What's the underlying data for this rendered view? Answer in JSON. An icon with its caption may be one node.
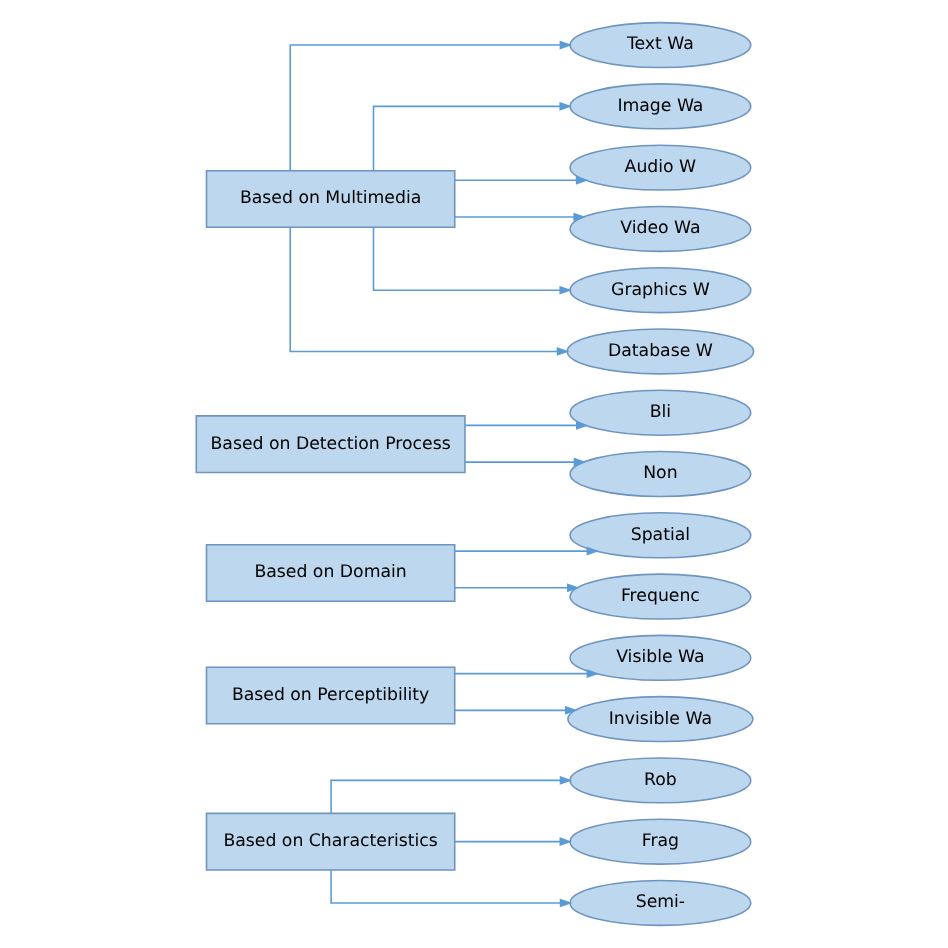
{
  "diagram": {
    "nodes": [
      {
        "text": [
          "Based on Characteristics"
        ]
      },
      {
        "text": [
          "Rob"
        ]
      },
      {
        "text": [
          "Frag"
        ]
      },
      {
        "text": [
          "Semi-"
        ]
      },
      {
        "text": [
          "Based on Perceptibility"
        ]
      },
      {
        "text": [
          "Visible Wa"
        ]
      },
      {
        "text": [
          "Invisible Wa"
        ]
      },
      {
        "text": [
          "Based on Domain"
        ]
      },
      {
        "text": [
          "Spatial"
        ]
      },
      {
        "text": [
          "Frequenc"
        ]
      },
      {
        "text": [
          "Based on Detection Process"
        ]
      },
      {
        "text": [
          "Bli"
        ]
      },
      {
        "text": [
          "Non"
        ]
      },
      {
        "text": [
          "Based on Multimedia"
        ]
      },
      {
        "text": [
          "Text Wa"
        ]
      },
      {
        "text": [
          "Image Wa"
        ]
      },
      {
        "text": [
          "Audio W"
        ]
      },
      {
        "text": [
          "Video Wa"
        ]
      },
      {
        "text": [
          "Graphics W"
        ]
      },
      {
        "text": [
          "Database W"
        ]
      }
    ],
    "edges": [
      {
        "from": 0,
        "to": 1,
        "arrow": "to"
      },
      {
        "from": 0,
        "to": 2,
        "arrow": "to"
      },
      {
        "from": 0,
        "to": 3,
        "arrow": "to"
      },
      {
        "from": 4,
        "to": 5,
        "arrow": "to"
      },
      {
        "from": 4,
        "to": 6,
        "arrow": "to"
      },
      {
        "from": 7,
        "to": 8,
        "arrow": "to"
      },
      {
        "from": 7,
        "to": 9,
        "arrow": "to"
      },
      {
        "from": 10,
        "to": 11,
        "arrow": "to"
      },
      {
        "from": 10,
        "to": 12,
        "arrow": "to"
      },
      {
        "from": 13,
        "to": 14,
        "arrow": "to"
      },
      {
        "from": 13,
        "to": 15,
        "arrow": "to"
      },
      {
        "from": 13,
        "to": 16,
        "arrow": "to"
      },
      {
        "from": 13,
        "to": 17,
        "arrow": "to"
      },
      {
        "from": 13,
        "to": 18,
        "arrow": "to"
      },
      {
        "from": 13,
        "to": 19,
        "arrow": "to"
      }
    ]
  }
}
